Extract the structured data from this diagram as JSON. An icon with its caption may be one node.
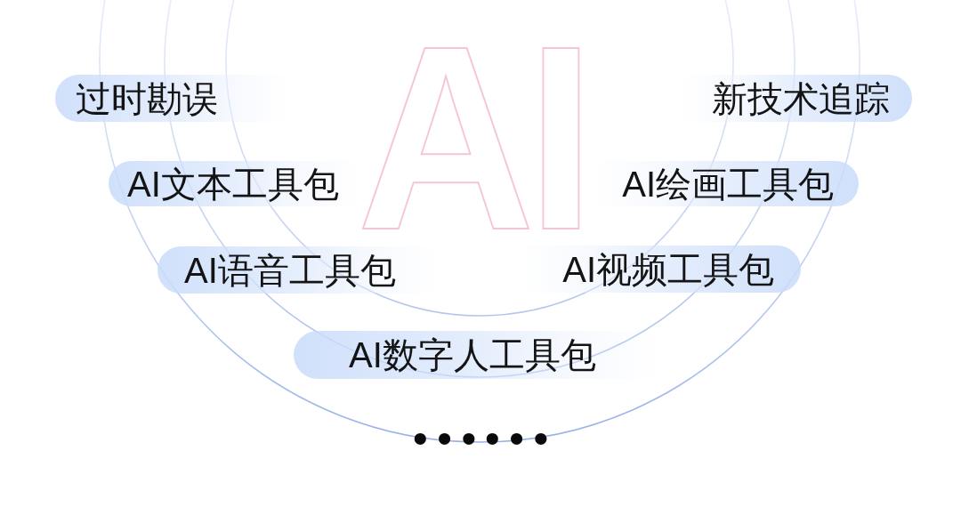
{
  "diagram": {
    "nodes": [
      {
        "text": [
          "过时勘误"
        ]
      },
      {
        "text": [
          "新技术追踪"
        ]
      },
      {
        "text": [
          "AI文本工具包"
        ]
      },
      {
        "text": [
          "AI绘画工具包"
        ]
      },
      {
        "text": [
          "AI语音工具包"
        ]
      },
      {
        "text": [
          "AI视频工具包"
        ]
      },
      {
        "text": [
          "AI数字人工具包"
        ]
      }
    ],
    "labels": [
      "AI",
      "……"
    ]
  }
}
